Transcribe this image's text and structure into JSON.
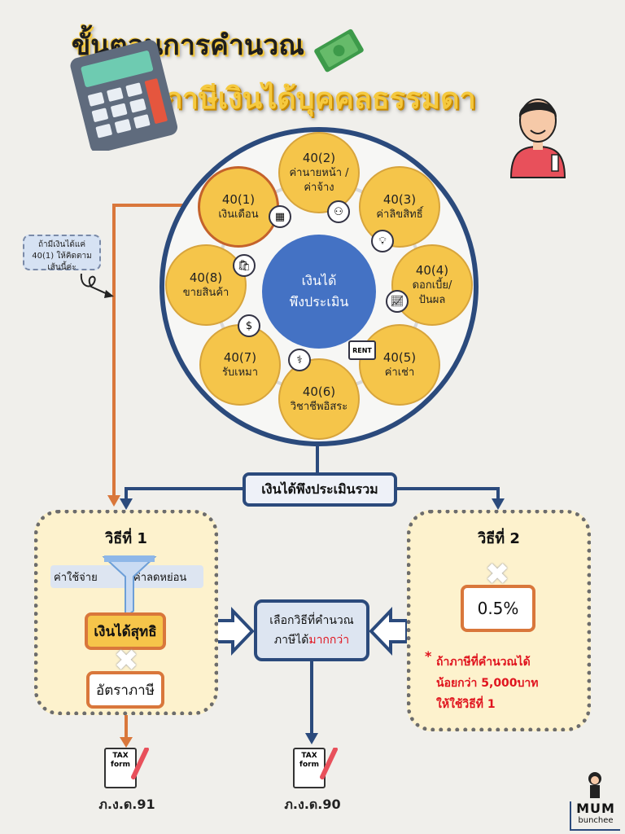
{
  "title": {
    "line1": "ขั้นตอนการคำนวณ",
    "line2": "ภาษีเงินได้บุคคลธรรมดา"
  },
  "wheel": {
    "center": [
      "เงินได้",
      "พึงประเมิน"
    ],
    "slices": [
      {
        "code": "40(1)",
        "label": "เงินเดือน"
      },
      {
        "code": "40(2)",
        "label": "ค่านายหน้า /ค่าจ้าง"
      },
      {
        "code": "40(3)",
        "label": "ค่าลิขสิทธิ์"
      },
      {
        "code": "40(4)",
        "label": "ดอกเบี้ย/ ปันผล"
      },
      {
        "code": "40(5)",
        "label": "ค่าเช่า"
      },
      {
        "code": "40(6)",
        "label": "วิชาชีพอิสระ"
      },
      {
        "code": "40(7)",
        "label": "รับเหมา"
      },
      {
        "code": "40(8)",
        "label": "ขายสินค้า"
      }
    ],
    "rent_sign": "RENT"
  },
  "note": "ถ้ามีเงินได้แค่ 40(1) ให้คิดตามเส้นนี้ค่ะ",
  "total_label": "เงินได้พึงประเมินรวม",
  "method1": {
    "title": "วิธีที่ 1",
    "expense": "ค่าใช้จ่าย",
    "allowance": "ค่าลดหย่อน",
    "net": "เงินได้สุทธิ",
    "rate": "อัตราภาษี"
  },
  "method2": {
    "title": "วิธีที่ 2",
    "rate": "0.5%",
    "note_star": "*",
    "note_lines": [
      "ถ้าภาษีที่คำนวณได้",
      "น้อยกว่า 5,000บาท",
      "ให้ใช้วิธีที่ 1"
    ]
  },
  "choose": {
    "line1": "เลือกวิธีที่คำนวณ",
    "line2_a": "ภาษีได้",
    "line2_b": "มากกว่า"
  },
  "forms": {
    "left": {
      "icon_text": [
        "TAX",
        "form"
      ],
      "label": "ภ.ง.ด.91"
    },
    "mid": {
      "icon_text": [
        "TAX",
        "form"
      ],
      "label": "ภ.ง.ด.90"
    }
  },
  "logo": {
    "top": "MUM",
    "bottom": "bunchee"
  },
  "colors": {
    "navy": "#2b4a7c",
    "orange": "#d9773b",
    "gold": "#f5c54a",
    "center_blue": "#4472c4",
    "red": "#e0141e"
  }
}
